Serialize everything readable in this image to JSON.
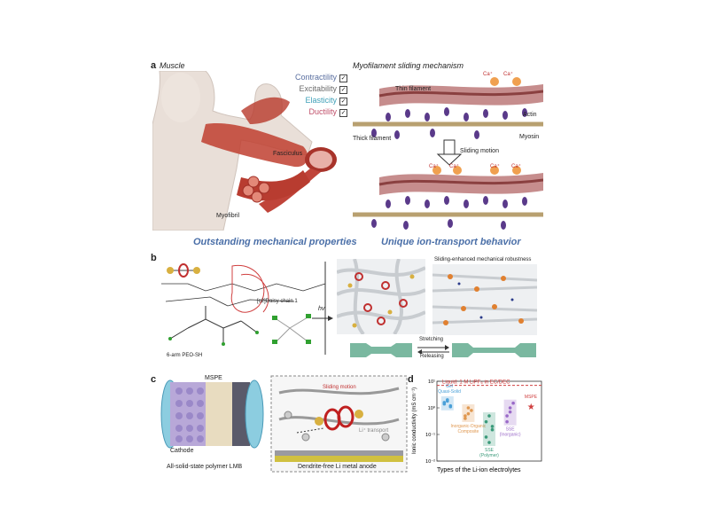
{
  "panel_a": {
    "letter": "a",
    "muscle_title": "Muscle",
    "mechanism_title": "Myofilament sliding mechanism",
    "properties": [
      {
        "label": "Contractility",
        "color": "#5a6fa0"
      },
      {
        "label": "Excitability",
        "color": "#6b6b6b"
      },
      {
        "label": "Elasticity",
        "color": "#3fa0b8"
      },
      {
        "label": "Ductility",
        "color": "#c0506a"
      }
    ],
    "fasciculus": "Fasciculus",
    "myofibril": "Myofibril",
    "thin_filament": "Thin filament",
    "thick_filament": "Thick filament",
    "actin": "Actin",
    "myosin": "Myosin",
    "ca_label": "Ca⁺",
    "sliding_motion": "Sliding motion",
    "caption_left": "Outstanding mechanical properties",
    "caption_right": "Unique ion-transport behavior"
  },
  "panel_b": {
    "letter": "b",
    "daisy_chain": "[c2]Daisy chain 1",
    "peo": "6-arm PEO-SH",
    "hv": "hv",
    "sliding_enhanced": "Sliding-enhanced mechanical robustness",
    "stretching": "Stretching",
    "releasing": "Releasing"
  },
  "panel_c": {
    "letter": "c",
    "mspe": "MSPE",
    "cathode": "Cathode",
    "lmb": "All-solid-state polymer LMB",
    "sliding_motion": "Sliding motion",
    "li_transport": "Li⁺ transport",
    "anode": "Dendrite-free Li metal anode"
  },
  "panel_d": {
    "letter": "d",
    "chart_data": {
      "type": "scatter",
      "ylabel": "Ionic conductivity (mS cm⁻¹)",
      "xlabel": "Types of the Li-ion electrolytes",
      "ylog": true,
      "ylim": [
        0.01,
        10
      ],
      "yticks": [
        "10¹",
        "10⁰",
        "10⁻¹",
        "10⁻²"
      ],
      "reference_line": {
        "label": "Liquid: 1 M LiPF₆ in EC/DEC",
        "value": 7,
        "color": "#d04040"
      },
      "groups": [
        {
          "name": "Gel\nQuasi-Solid",
          "color": "#4aa0d8",
          "values": [
            1.4,
            1.8,
            1.2,
            1.6,
            2.0,
            1.1
          ]
        },
        {
          "name": "Inorganic-Organic\nComposite",
          "color": "#e09850",
          "values": [
            0.5,
            0.6,
            0.8,
            0.4,
            1.0
          ]
        },
        {
          "name": "SSE\n(Polymer)",
          "color": "#3a9a7a",
          "values": [
            0.3,
            0.05,
            0.15,
            0.08,
            0.5,
            0.2
          ]
        },
        {
          "name": "SSE\n(Inorganic)",
          "color": "#9a6ac8",
          "values": [
            0.5,
            1.0,
            1.5,
            0.3,
            0.7
          ]
        },
        {
          "name": "MSPE",
          "color": "#d04040",
          "values": [
            1.1
          ],
          "marker": "star"
        }
      ]
    }
  }
}
